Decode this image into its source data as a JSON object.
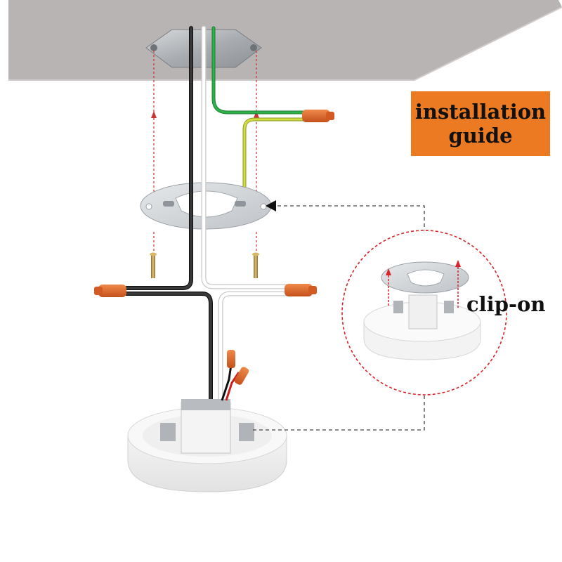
{
  "title": {
    "line1": "installation",
    "line2": "guide",
    "background": "#ec7a22"
  },
  "callout": {
    "label": "clip-on"
  },
  "colors": {
    "ceiling": "#b9b4b4",
    "ceiling_edge": "#d4d0d0",
    "wire_black": "#2b2b2b",
    "wire_white": "#ffffff",
    "wire_green": "#1f9a3a",
    "wire_ground": "#c8d43a",
    "wire_nut": "#e2672a",
    "guide_line": "#cc3333",
    "callout_circle": "#d9242a"
  }
}
